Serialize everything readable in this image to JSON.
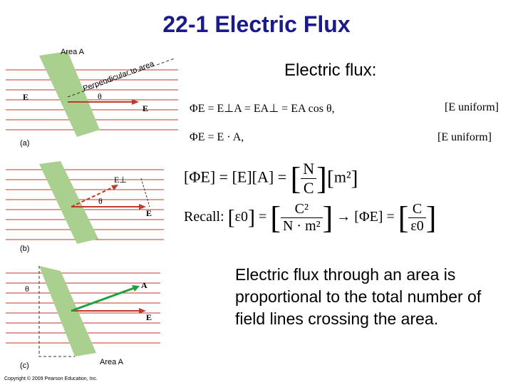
{
  "title": "22-1 Electric Flux",
  "flux_heading": "Electric flux:",
  "equations": {
    "eq1": "ΦE = E⊥A = EA⊥ = EA cos θ,",
    "eq1_condition": "[E uniform]",
    "eq2": "ΦE = E · A,",
    "eq2_condition": "[E uniform]",
    "units_left": "[ΦE] = [E][A] =",
    "units_num": "N",
    "units_den": "C",
    "units_m2": "m²",
    "recall_label": "Recall:",
    "recall_eps": "ε0",
    "recall_num": "C²",
    "recall_den": "N · m²",
    "recall_flux": "[ΦE]",
    "recall_num2": "C",
    "recall_den2": "ε0"
  },
  "statement": "Electric flux through an area is proportional to the total number of field lines crossing the area.",
  "figure": {
    "a": {
      "panel": "(a)",
      "area_label": "Area A",
      "perp_label": "Perpendicular to area",
      "theta": "θ",
      "e_left": "E",
      "e_right": "E"
    },
    "b": {
      "panel": "(b)",
      "e_perp": "E⊥",
      "theta": "θ",
      "e_right": "E"
    },
    "c": {
      "panel": "(c)",
      "theta": "θ",
      "a_vec": "A",
      "e_right": "E",
      "area_label": "Area A"
    }
  },
  "copyright": "Copyright © 2009 Pearson Education, Inc.",
  "colors": {
    "title": "#1a1a8a",
    "field_line": "#c0392b",
    "plate": "#a9d08e",
    "vector": "#1aa33b"
  }
}
